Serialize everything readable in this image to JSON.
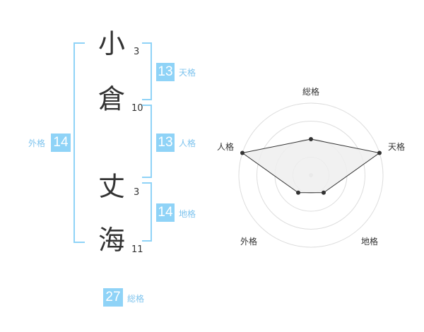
{
  "name": {
    "chars": [
      {
        "char": "小",
        "strokes": "3"
      },
      {
        "char": "倉",
        "strokes": "10"
      },
      {
        "char": "丈",
        "strokes": "3"
      },
      {
        "char": "海",
        "strokes": "11"
      }
    ]
  },
  "fortunes": {
    "tenkaku": {
      "value": "13",
      "label": "天格"
    },
    "jinkaku": {
      "value": "13",
      "label": "人格"
    },
    "chikaku": {
      "value": "14",
      "label": "地格"
    },
    "gaikaku": {
      "value": "14",
      "label": "外格"
    },
    "soukaku": {
      "value": "27",
      "label": "総格"
    }
  },
  "chart_data": {
    "type": "radar",
    "axes": [
      "総格",
      "天格",
      "地格",
      "外格",
      "人格"
    ],
    "values": [
      2.5,
      5,
      1.5,
      1.5,
      5
    ],
    "max": 5,
    "rings": 4,
    "colors": {
      "fill": "#eeeeee",
      "line": "#333333",
      "grid": "#dddddd",
      "center": "#cccccc"
    }
  },
  "colors": {
    "accent": "#8fd3f7",
    "label": "#7fc4ee"
  }
}
